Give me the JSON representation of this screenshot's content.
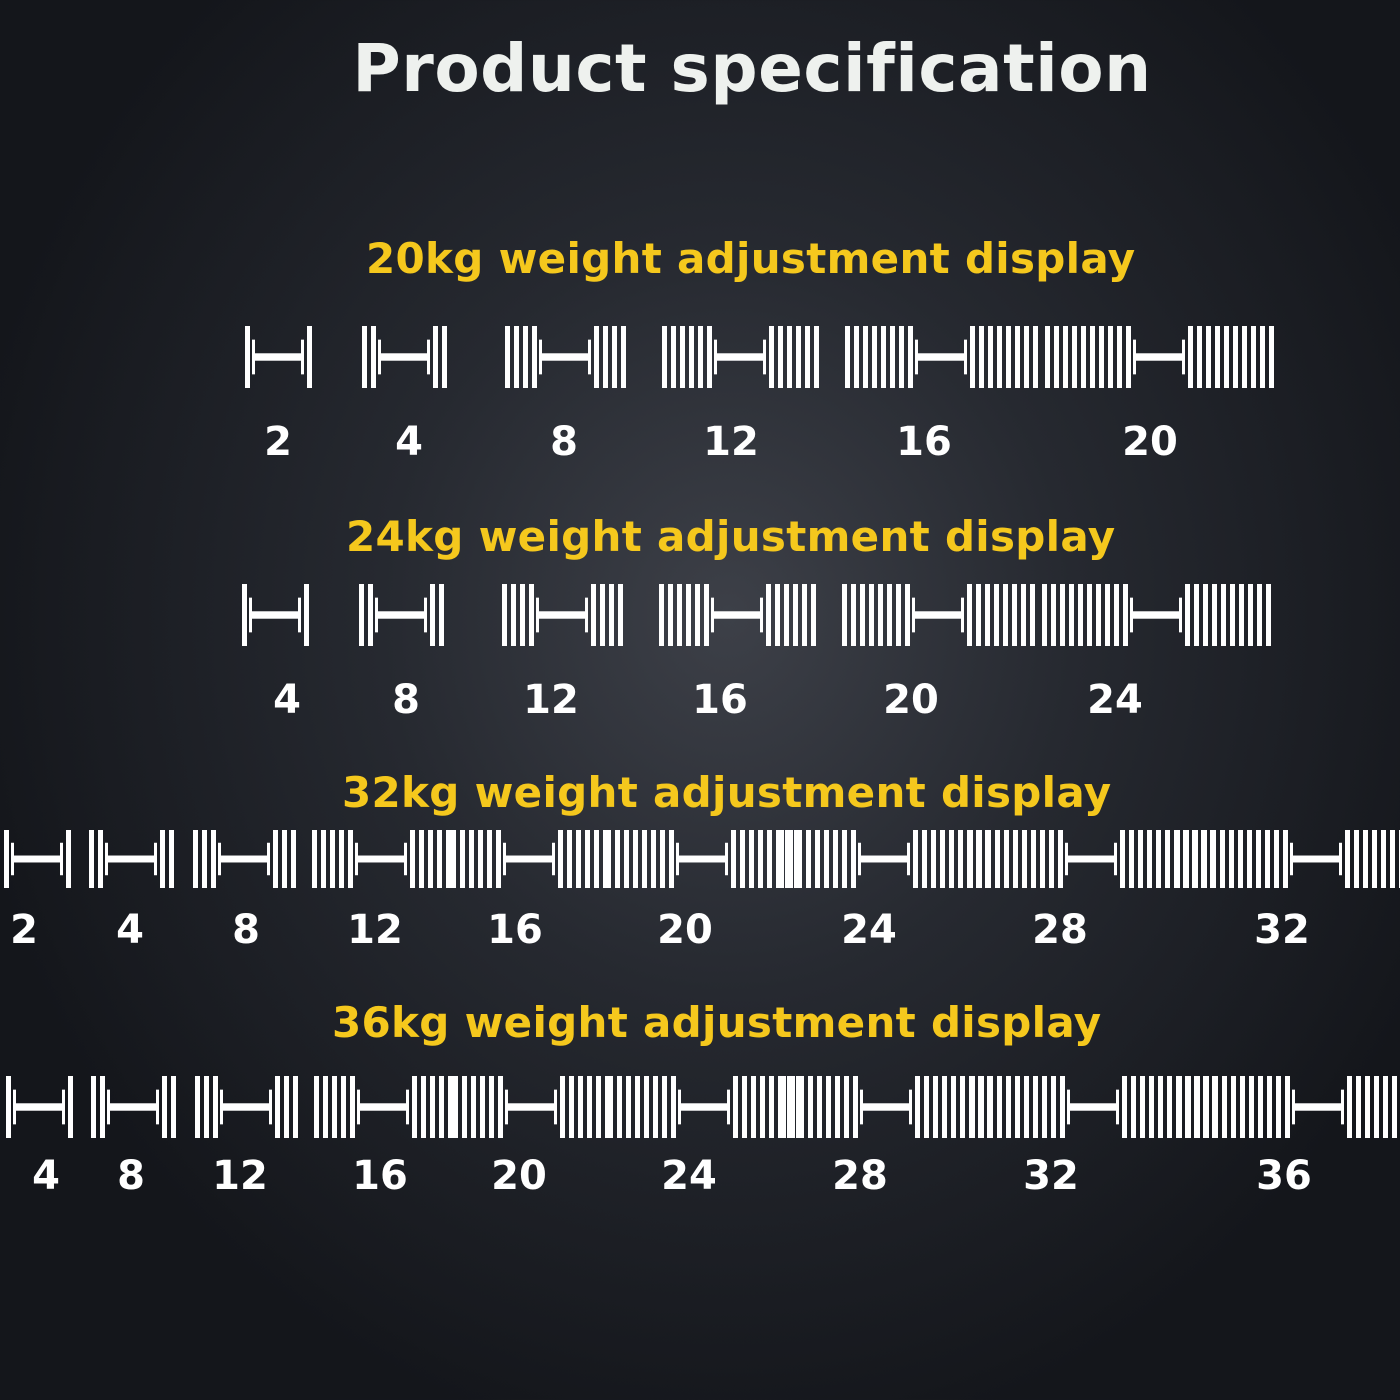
{
  "title": "Product specification",
  "sections": [
    {
      "id": "20kg",
      "title": "20kg weight adjustment display",
      "weights": [
        "2",
        "4",
        "8",
        "12",
        "16",
        "20"
      ],
      "plates": [
        1,
        2,
        4,
        6,
        8,
        10
      ]
    },
    {
      "id": "24kg",
      "title": "24kg weight adjustment display",
      "weights": [
        "4",
        "8",
        "12",
        "16",
        "20",
        "24"
      ],
      "plates": [
        1,
        2,
        4,
        6,
        8,
        10
      ]
    },
    {
      "id": "32kg",
      "title": "32kg weight adjustment display",
      "weights": [
        "2",
        "4",
        "8",
        "12",
        "16",
        "20",
        "24",
        "28",
        "32"
      ],
      "plates": [
        1,
        2,
        3,
        5,
        6,
        8,
        9,
        11,
        13
      ]
    },
    {
      "id": "36kg",
      "title": "36kg weight adjustment display",
      "weights": [
        "4",
        "8",
        "12",
        "16",
        "20",
        "24",
        "28",
        "32",
        "36"
      ],
      "plates": [
        1,
        2,
        3,
        5,
        6,
        8,
        9,
        11,
        13
      ]
    }
  ],
  "colors": {
    "title": "#eef1ee",
    "section_title": "#f5c81d",
    "dumbbell": "#ffffff",
    "background": "#23262d"
  },
  "icon": "dumbbell-icon"
}
